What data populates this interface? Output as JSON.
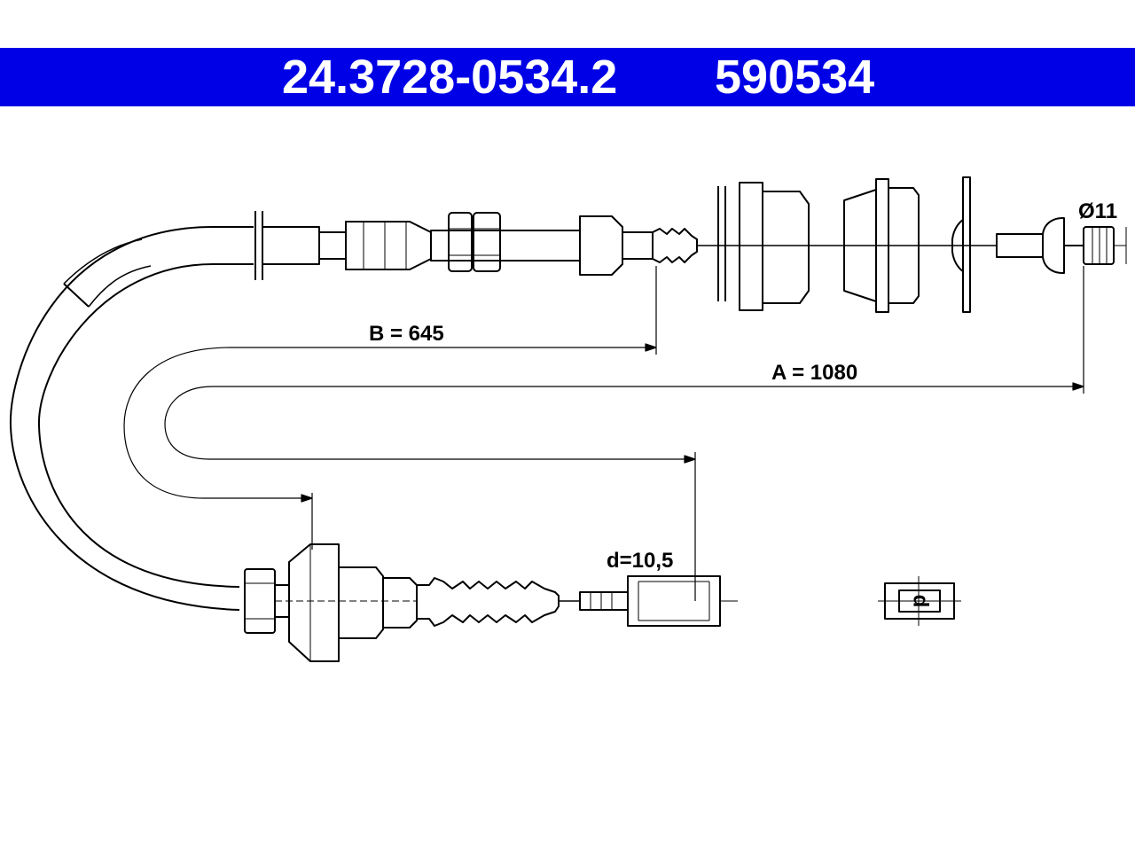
{
  "header": {
    "part_number": "24.3728-0534.2",
    "ref_number": "590534",
    "background_color": "#0000e6",
    "text_color": "#ffffff"
  },
  "dimensions": {
    "a_label": "A = 1080",
    "b_label": "B = 645",
    "diameter_label": "Ø11",
    "d_label": "d=10,5",
    "detail_symbol": "d"
  }
}
